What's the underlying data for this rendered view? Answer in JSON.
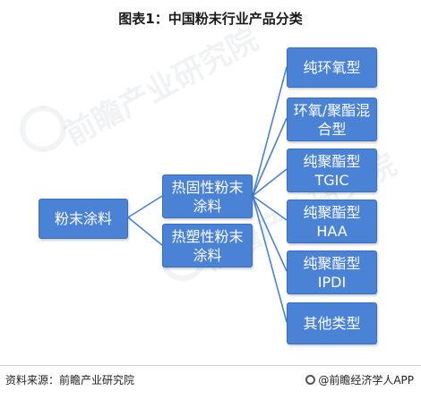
{
  "title": "图表1：中国粉末行业产品分类",
  "watermark": "前瞻产业研究院",
  "root": {
    "label": "粉末涂料"
  },
  "level1": [
    {
      "label": "热固性粉末涂料"
    },
    {
      "label": "热塑性粉末涂料"
    }
  ],
  "level2": [
    {
      "label": "纯环氧型"
    },
    {
      "label": "环氧/聚酯混合型"
    },
    {
      "label": "纯聚酯型TGIC"
    },
    {
      "label": "纯聚酯型HAA"
    },
    {
      "label": "纯聚酯型IPDI"
    },
    {
      "label": "其他类型"
    }
  ],
  "footer": {
    "source": "资料来源：前瞻产业研究院",
    "brand": "@前瞻经济学人APP"
  },
  "colors": {
    "node_fill": "#4a82d6",
    "connector": "#4a82d6"
  }
}
